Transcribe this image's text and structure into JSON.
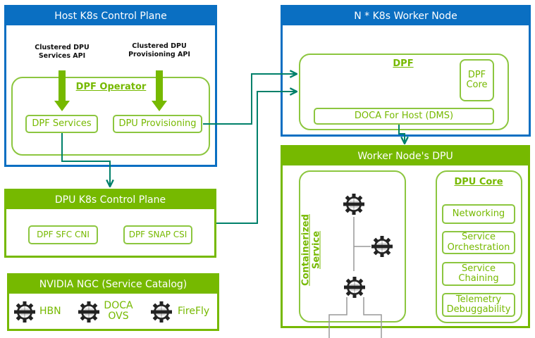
{
  "host": {
    "title": "Host K8s Control Plane",
    "api_services": "Clustered DPU Services API",
    "api_provisioning": "Clustered DPU Provisioning API",
    "operator_title": "DPF Operator",
    "dpf_services": "DPF Services",
    "dpu_provisioning": "DPU Provisioning"
  },
  "worker": {
    "title": "N * K8s Worker Node",
    "dpf_title": "DPF",
    "dpf_core": "DPF Core",
    "doca_host": "DOCA For Host (DMS)"
  },
  "dpu_cp": {
    "title": "DPU K8s Control Plane",
    "sfc_cni": "DPF SFC CNI",
    "snap_csi": "DPF SNAP CSI"
  },
  "ngc": {
    "title": "NVIDIA NGC (Service Catalog)",
    "items": [
      {
        "label": "HBN",
        "icon": "service-gear-icon"
      },
      {
        "label": "DOCA OVS",
        "icon": "service-gear-icon"
      },
      {
        "label": "FireFly",
        "icon": "service-gear-icon"
      }
    ]
  },
  "dpu": {
    "title": "Worker Node's DPU",
    "containerized": "Containerized Service",
    "core_title": "DPU Core",
    "core_items": [
      "Networking",
      "Service Orchestration",
      "Service Chaining",
      "Telemetry Debuggability"
    ]
  },
  "colors": {
    "blue": "#0a6fc2",
    "green": "#76b900",
    "connector": "#00806a"
  }
}
